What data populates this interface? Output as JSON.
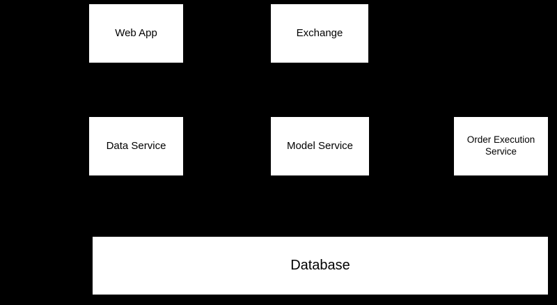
{
  "diagram": {
    "background_color": "#000000",
    "node_fill_color": "#ffffff",
    "node_text_color": "#000000",
    "nodes": [
      {
        "id": "web-app",
        "label": "Web App"
      },
      {
        "id": "exchange",
        "label": "Exchange"
      },
      {
        "id": "data-service",
        "label": "Data Service"
      },
      {
        "id": "model-service",
        "label": "Model Service"
      },
      {
        "id": "order-execution-service",
        "label": "Order Execution Service"
      },
      {
        "id": "database",
        "label": "Database"
      }
    ]
  }
}
